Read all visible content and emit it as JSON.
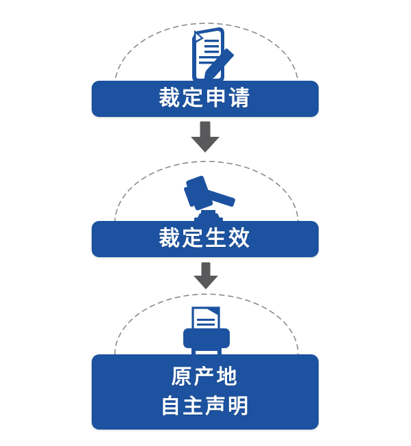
{
  "diagram": {
    "title_text_present": false,
    "background_color": "#ffffff",
    "accent_color": "#1c529f",
    "icon_color": "#1c529f",
    "arrow_color": "#59595b",
    "arc_color": "#8a8a8a",
    "label_color": "#ffffff",
    "steps": [
      {
        "id": "step-1",
        "label_lines": [
          "裁定申请"
        ],
        "icon": "document-with-pen-icon",
        "icon_name": "document-with-pen-icon"
      },
      {
        "id": "step-2",
        "label_lines": [
          "裁定生效"
        ],
        "icon": "gavel-icon",
        "icon_name": "gavel-icon"
      },
      {
        "id": "step-3",
        "label_lines": [
          "原产地",
          "自主声明"
        ],
        "icon": "printer-icon",
        "icon_name": "printer-icon"
      }
    ],
    "connectors": [
      {
        "id": "arrow-1",
        "from": "step-1",
        "to": "step-2",
        "direction": "down"
      },
      {
        "id": "arrow-2",
        "from": "step-2",
        "to": "step-3",
        "direction": "down"
      }
    ]
  }
}
